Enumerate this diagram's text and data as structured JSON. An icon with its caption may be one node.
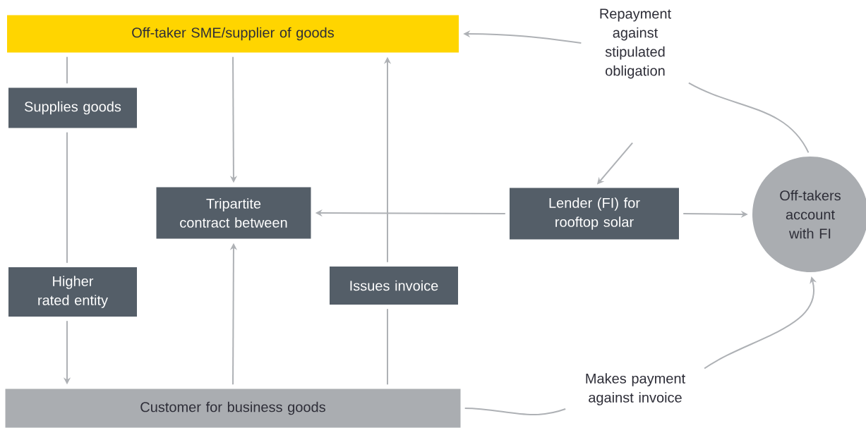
{
  "diagram": {
    "nodes": [
      {
        "text": [
          "Off-taker SME/supplier of goods"
        ]
      },
      {
        "text": [
          "Supplies goods"
        ]
      },
      {
        "text": [
          "Tripartite contract between"
        ]
      },
      {
        "text": [
          "Lender (FI) for rooftop solar"
        ]
      },
      {
        "text": [
          "Off-takers account with FI"
        ]
      },
      {
        "text": [
          "Higher rated entity"
        ]
      },
      {
        "text": [
          "Issues invoice"
        ]
      },
      {
        "text": [
          "Customer for business goods"
        ]
      },
      {
        "text": [
          "Repayment against stipulated obligation"
        ]
      },
      {
        "text": [
          "Makes payment against invoice"
        ]
      }
    ],
    "edges": [
      {
        "from": 0,
        "to": 1,
        "arrow": "none"
      },
      {
        "from": 1,
        "to": 5,
        "arrow": "none"
      },
      {
        "from": 5,
        "to": 7,
        "arrow": "to"
      },
      {
        "from": 0,
        "to": 2,
        "arrow": "to"
      },
      {
        "from": 7,
        "to": 2,
        "arrow": "to"
      },
      {
        "from": 7,
        "to": 6,
        "arrow": "none"
      },
      {
        "from": 6,
        "to": 0,
        "arrow": "to"
      },
      {
        "from": 3,
        "to": 2,
        "arrow": "to"
      },
      {
        "from": 3,
        "to": 4,
        "arrow": "to"
      },
      {
        "from": null,
        "to": 3,
        "arrow": "to"
      },
      {
        "from": 4,
        "to": 8,
        "arrow": "none"
      },
      {
        "from": 8,
        "to": 0,
        "arrow": "to"
      },
      {
        "from": 7,
        "to": 9,
        "arrow": "none"
      },
      {
        "from": 9,
        "to": 4,
        "arrow": "to"
      }
    ]
  }
}
